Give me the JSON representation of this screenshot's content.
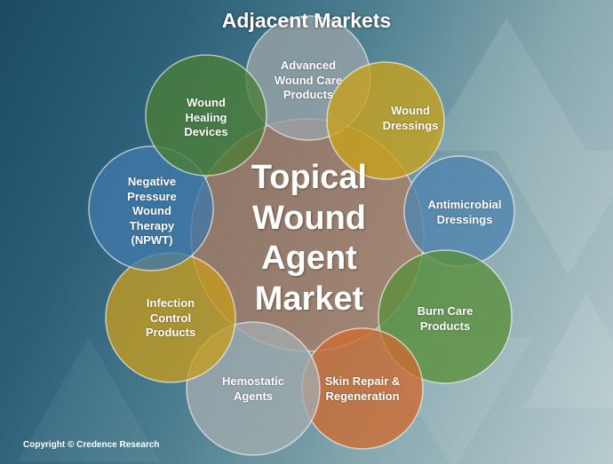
{
  "title": "Adjacent Markets",
  "center": {
    "lines": [
      "Topical",
      "Wound",
      "Agent",
      "Market"
    ],
    "color": "#b07a5e"
  },
  "satellites": [
    {
      "lines": [
        "Advanced",
        "Wound Care",
        "Products"
      ],
      "color": "#9aa4a8"
    },
    {
      "lines": [
        "Wound",
        "Dressings"
      ],
      "color": "#c9a21a"
    },
    {
      "lines": [
        "Antimicrobial",
        "Dressings"
      ],
      "color": "#4f84b0"
    },
    {
      "lines": [
        "Burn Care",
        "Products"
      ],
      "color": "#5a8f3a"
    },
    {
      "lines": [
        "Skin Repair &",
        "Regeneration"
      ],
      "color": "#cf6a2e"
    },
    {
      "lines": [
        "Hemostatic",
        "Agents"
      ],
      "color": "#a3acae"
    },
    {
      "lines": [
        "Infection",
        "Control",
        "Products"
      ],
      "color": "#c69b1e"
    },
    {
      "lines": [
        "Negative",
        "Pressure",
        "Wound",
        "Therapy",
        "(NPWT)"
      ],
      "color": "#3f78a9"
    },
    {
      "lines": [
        "Wound",
        "Healing",
        "Devices"
      ],
      "color": "#4a7d36"
    }
  ],
  "copyright": "Copyright © Credence Research"
}
